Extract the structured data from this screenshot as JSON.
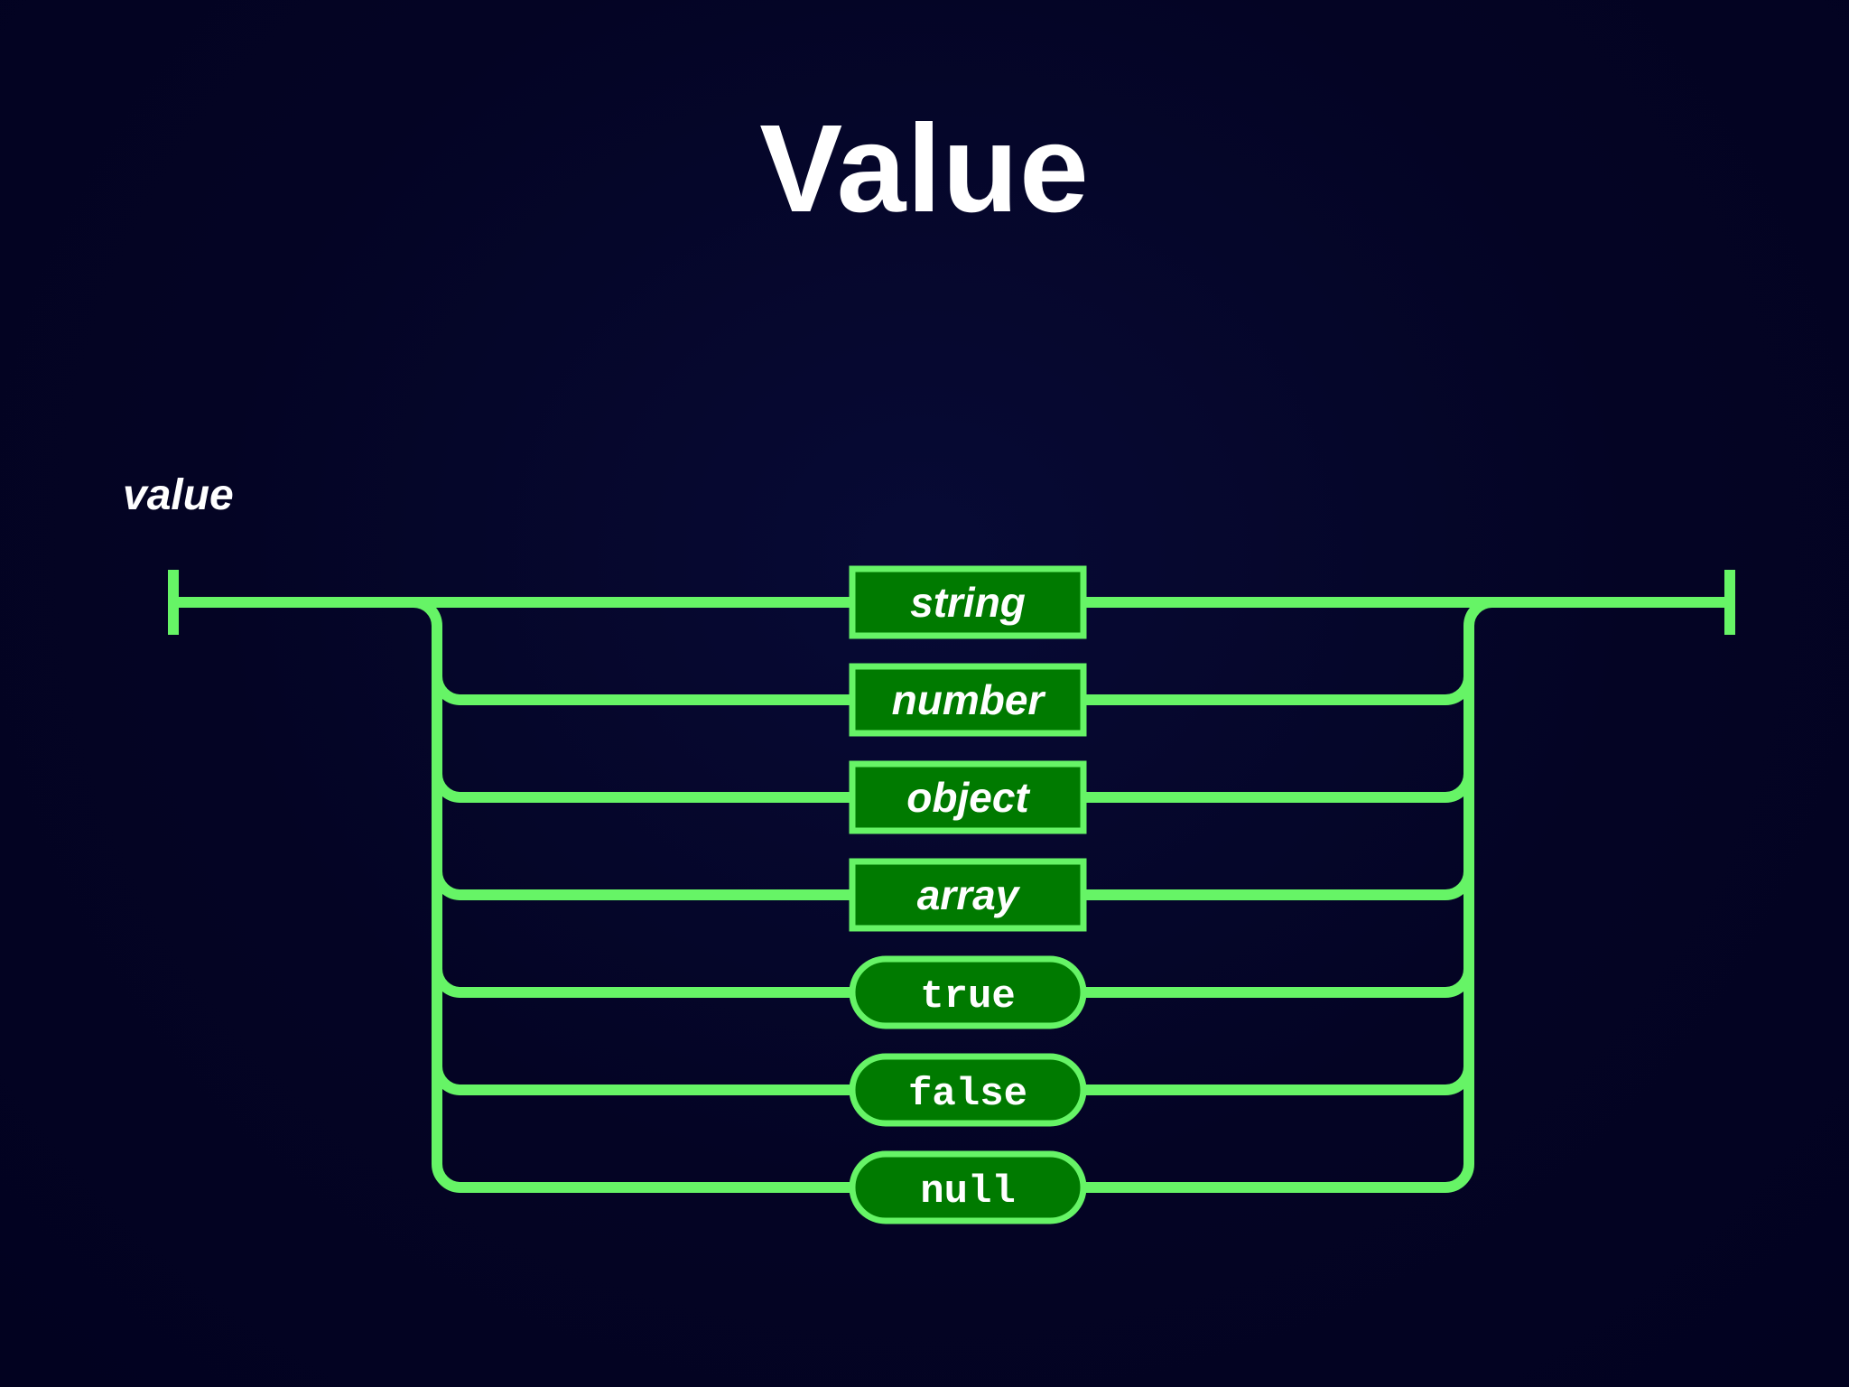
{
  "title": "Value",
  "diagram": {
    "label": "value",
    "branches": [
      {
        "text": "string",
        "kind": "rule"
      },
      {
        "text": "number",
        "kind": "rule"
      },
      {
        "text": "object",
        "kind": "rule"
      },
      {
        "text": "array",
        "kind": "rule"
      },
      {
        "text": "true",
        "kind": "literal"
      },
      {
        "text": "false",
        "kind": "literal"
      },
      {
        "text": "null",
        "kind": "literal"
      }
    ]
  },
  "colors": {
    "background": "#040424",
    "rail": "#66f466",
    "node_fill": "#007a00",
    "text": "#ffffff"
  }
}
